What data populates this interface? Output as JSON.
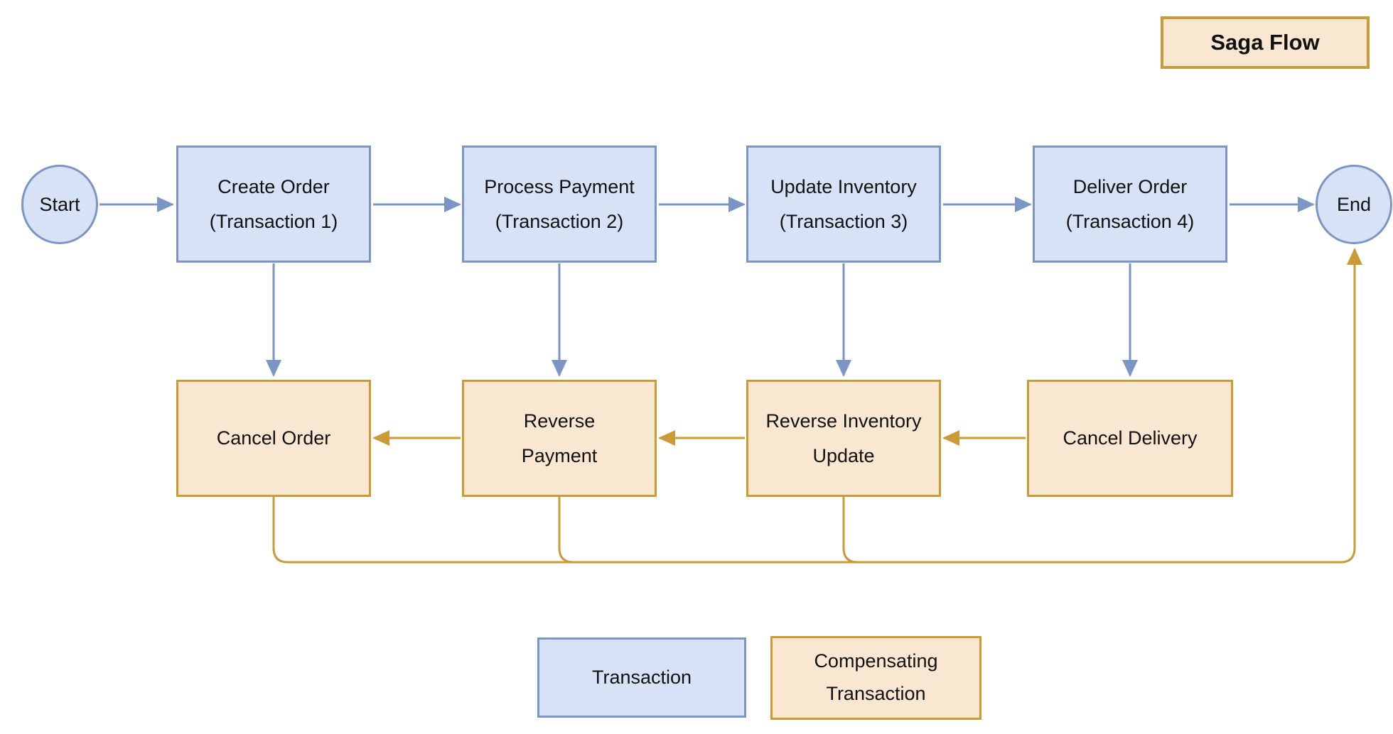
{
  "title": "Saga Flow",
  "colors": {
    "canvas_background": "#ffffff",
    "transaction_fill": "#d7e2f6",
    "transaction_stroke": "#7b95c4",
    "compensating_fill": "#fae7d2",
    "compensating_stroke": "#cb9b38",
    "text": "#111111"
  },
  "nodes": {
    "start": {
      "label": "Start"
    },
    "end": {
      "label": "End"
    },
    "transactions": [
      {
        "label": "Create Order\n(Transaction 1)"
      },
      {
        "label": "Process Payment\n(Transaction 2)"
      },
      {
        "label": "Update Inventory\n(Transaction 3)"
      },
      {
        "label": "Deliver Order\n(Transaction 4)"
      }
    ],
    "compensations": [
      {
        "label": "Cancel Order"
      },
      {
        "label": "Reverse\nPayment"
      },
      {
        "label": "Reverse Inventory\nUpdate"
      },
      {
        "label": "Cancel Delivery"
      }
    ]
  },
  "legend": {
    "transaction": {
      "label": "Transaction"
    },
    "compensating": {
      "label": "Compensating\nTransaction"
    }
  },
  "edges": [
    {
      "from": "Start",
      "to": "Create Order",
      "type": "transaction"
    },
    {
      "from": "Create Order",
      "to": "Process Payment",
      "type": "transaction"
    },
    {
      "from": "Process Payment",
      "to": "Update Inventory",
      "type": "transaction"
    },
    {
      "from": "Update Inventory",
      "to": "Deliver Order",
      "type": "transaction"
    },
    {
      "from": "Deliver Order",
      "to": "End",
      "type": "transaction"
    },
    {
      "from": "Create Order",
      "to": "Cancel Order",
      "type": "transaction"
    },
    {
      "from": "Process Payment",
      "to": "Reverse Payment",
      "type": "transaction"
    },
    {
      "from": "Update Inventory",
      "to": "Reverse Inventory Update",
      "type": "transaction"
    },
    {
      "from": "Deliver Order",
      "to": "Cancel Delivery",
      "type": "transaction"
    },
    {
      "from": "Cancel Delivery",
      "to": "Reverse Inventory Update",
      "type": "compensating"
    },
    {
      "from": "Reverse Inventory Update",
      "to": "Reverse Payment",
      "type": "compensating"
    },
    {
      "from": "Reverse Payment",
      "to": "Cancel Order",
      "type": "compensating"
    },
    {
      "from": "Cancel Order",
      "to": "End",
      "type": "compensating"
    },
    {
      "from": "Reverse Payment",
      "to": "End",
      "type": "compensating"
    },
    {
      "from": "Reverse Inventory Update",
      "to": "End",
      "type": "compensating"
    }
  ]
}
